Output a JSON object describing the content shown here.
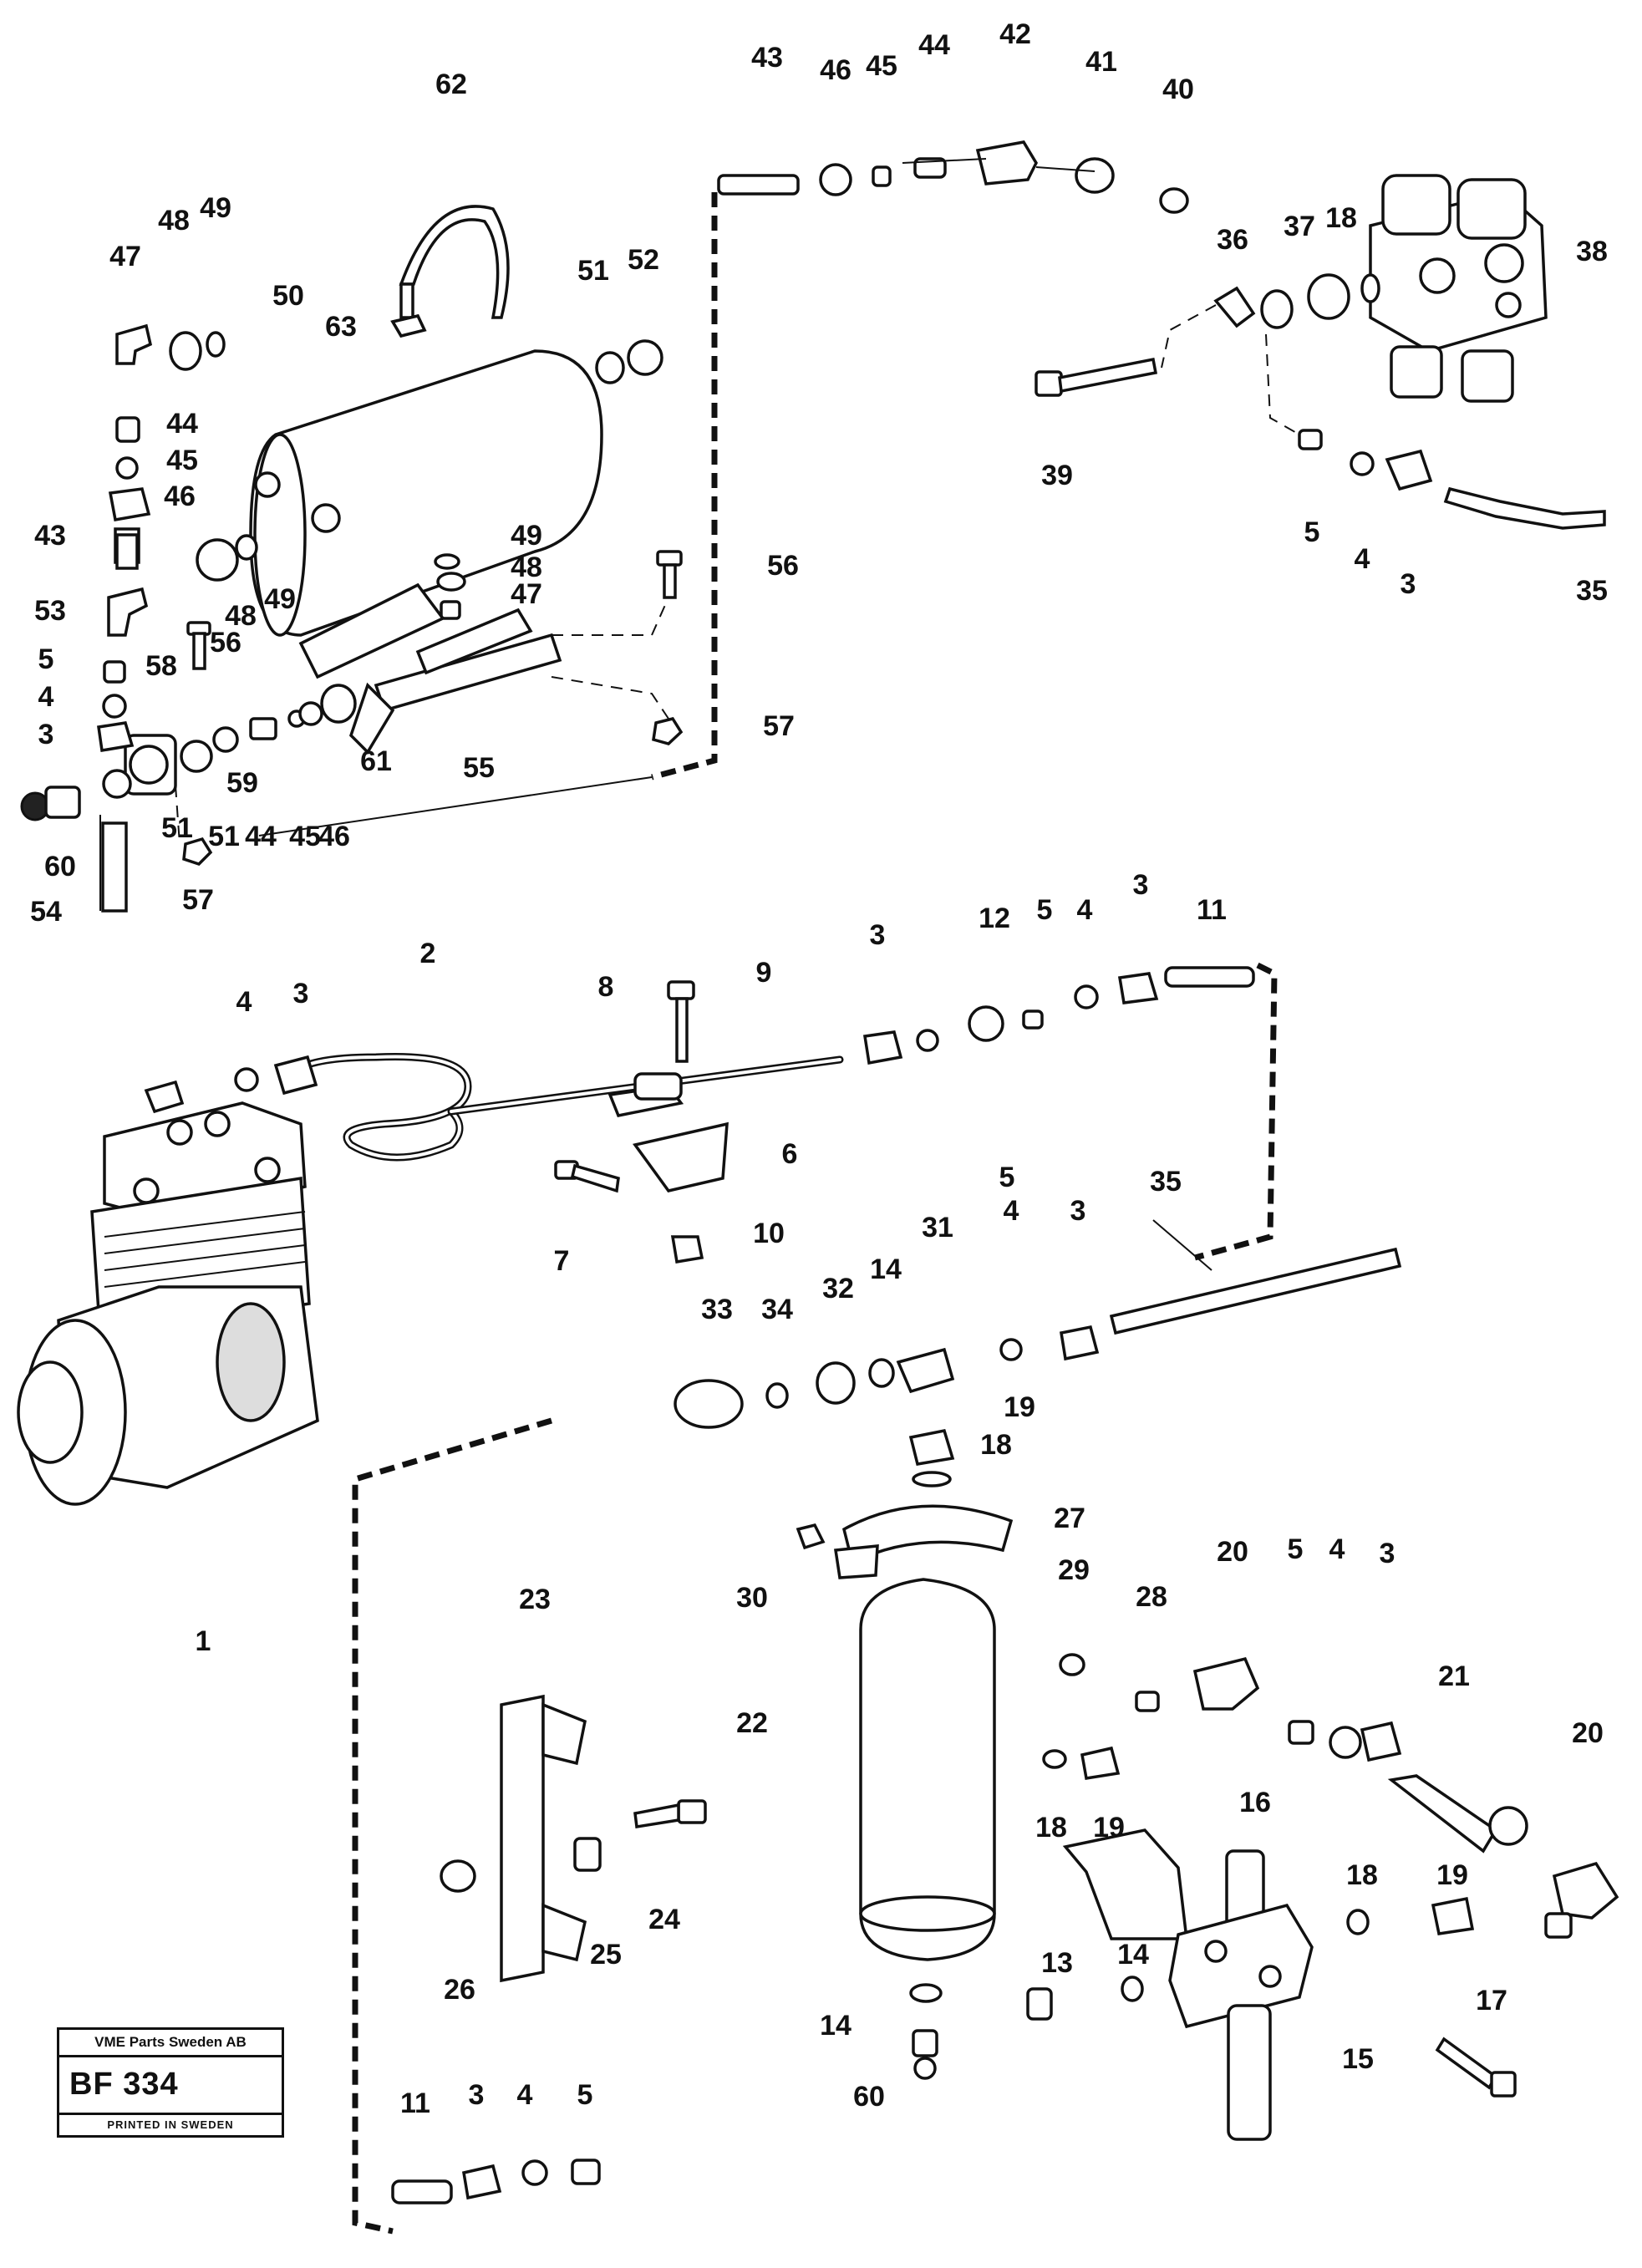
{
  "diagram": {
    "callouts": [
      "1",
      "2",
      "3",
      "4",
      "5",
      "6",
      "7",
      "8",
      "9",
      "10",
      "11",
      "12",
      "13",
      "14",
      "15",
      "16",
      "17",
      "18",
      "19",
      "20",
      "21",
      "22",
      "23",
      "24",
      "25",
      "26",
      "27",
      "28",
      "29",
      "30",
      "31",
      "32",
      "33",
      "34",
      "35",
      "36",
      "37",
      "38",
      "39",
      "40",
      "41",
      "42",
      "43",
      "44",
      "45",
      "46",
      "47",
      "48",
      "49",
      "50",
      "51",
      "52",
      "53",
      "54",
      "55",
      "56",
      "57",
      "58",
      "59",
      "60",
      "61",
      "62",
      "63"
    ]
  },
  "stamp": {
    "company": "VME Parts Sweden AB",
    "code": "BF 334",
    "printed": "PRINTED IN SWEDEN"
  }
}
